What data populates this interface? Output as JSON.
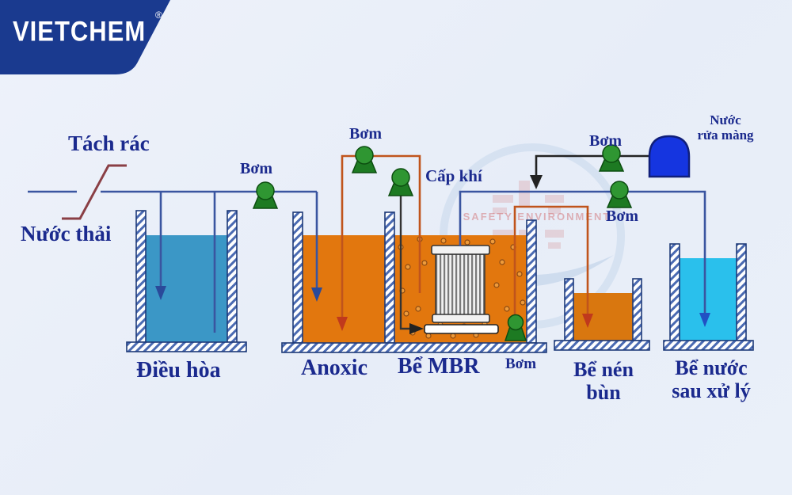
{
  "logo": {
    "brand": "VietChem",
    "registered": "®"
  },
  "watermark": {
    "text": "SAFETY ENVIRONMENT"
  },
  "annotations": {
    "trash_screen": "Tách rác",
    "influent": "Nước thải",
    "air_supply": "Cấp khí",
    "membrane_wash_line1": "Nước",
    "membrane_wash_line2": "rửa màng"
  },
  "pumps": {
    "equalization_pump": "Bơm",
    "recirculation_pump": "Bơm",
    "backwash_pump": "Bơm",
    "permeate_pump": "Bơm",
    "sludge_pump": "Bơm"
  },
  "tanks": {
    "equalization": "Điều hòa",
    "anoxic": "Anoxic",
    "mbr": "Bể MBR",
    "sludge_line1": "Bể nén",
    "sludge_line2": "bùn",
    "treated_line1": "Bể nước",
    "treated_line2": "sau xử lý"
  },
  "colors": {
    "equalization_water": "#3b97c6",
    "anoxic_water": "#e2770e",
    "mbr_water": "#e2770e",
    "sludge_water": "#d9770f",
    "treated_water": "#2ac0ec",
    "wash_tank": "#1535e0",
    "pump_green": "#1d7a22",
    "pipe_blue": "#3a55a0",
    "pipe_red": "#c0541c",
    "pipe_black": "#222222",
    "label_navy": "#1b2a8e",
    "logo_blue": "#1a3a8f"
  }
}
